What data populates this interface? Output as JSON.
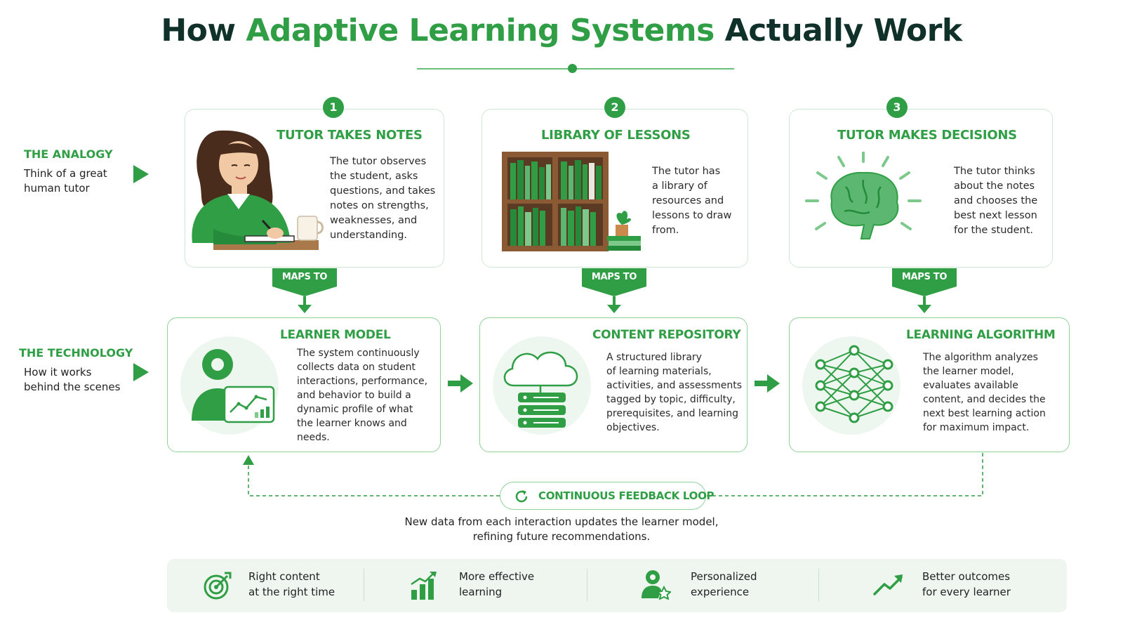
{
  "title": {
    "part1": "How ",
    "accent": "Adaptive Learning Systems",
    "part2": " Actually Work"
  },
  "colors": {
    "accent": "#2f9e44",
    "dark": "#10302a",
    "light_bg": "#eef6ef"
  },
  "rows": {
    "analogy": {
      "heading": "THE ANALOGY",
      "line1": "Think of a great",
      "line2": "human tutor"
    },
    "technology": {
      "heading": "THE TECHNOLOGY",
      "line1": "How it works",
      "line2": "behind the scenes"
    }
  },
  "analogy_cards": [
    {
      "number": "1",
      "title": "TUTOR TAKES NOTES",
      "icon": "tutor-writing-illustration",
      "lines": [
        "The tutor observes",
        "the student, asks",
        "questions, and takes",
        "notes on strengths,",
        "weaknesses, and",
        "understanding."
      ]
    },
    {
      "number": "2",
      "title": "LIBRARY OF LESSONS",
      "icon": "bookshelf-illustration",
      "lines": [
        "The tutor has",
        "a library of",
        "resources and",
        "lessons to draw",
        "from."
      ]
    },
    {
      "number": "3",
      "title": "TUTOR MAKES DECISIONS",
      "icon": "brain-illustration",
      "lines": [
        "The tutor thinks",
        "about the notes",
        "and chooses the",
        "best next lesson",
        "for the student."
      ]
    }
  ],
  "maps_to_label": "MAPS TO",
  "tech_cards": [
    {
      "title": "LEARNER MODEL",
      "icon": "learner-analytics-icon",
      "lines": [
        "The system continuously",
        "collects data on student",
        "interactions, performance,",
        "and behavior to build a",
        "dynamic profile of what",
        "the learner knows and",
        "needs."
      ]
    },
    {
      "title": "CONTENT REPOSITORY",
      "icon": "cloud-database-icon",
      "lines": [
        "A structured library",
        "of learning materials,",
        "activities, and assessments",
        "tagged by topic, difficulty,",
        "prerequisites, and learning",
        "objectives."
      ]
    },
    {
      "title": "LEARNING ALGORITHM",
      "icon": "neural-network-icon",
      "lines": [
        "The algorithm analyzes",
        "the learner model,",
        "evaluates available",
        "content, and decides the",
        "next best learning action",
        "for maximum impact."
      ]
    }
  ],
  "feedback_loop": {
    "label": "CONTINUOUS FEEDBACK LOOP",
    "icon": "refresh-icon",
    "caption_line1": "New data from each interaction updates the learner model,",
    "caption_line2": "refining future recommendations."
  },
  "benefits": [
    {
      "icon": "target-icon",
      "line1": "Right content",
      "line2": "at the right time"
    },
    {
      "icon": "bar-chart-up-icon",
      "line1": "More effective",
      "line2": "learning"
    },
    {
      "icon": "user-star-icon",
      "line1": "Personalized",
      "line2": "experience"
    },
    {
      "icon": "trend-up-icon",
      "line1": "Better outcomes",
      "line2": "for every learner"
    }
  ]
}
